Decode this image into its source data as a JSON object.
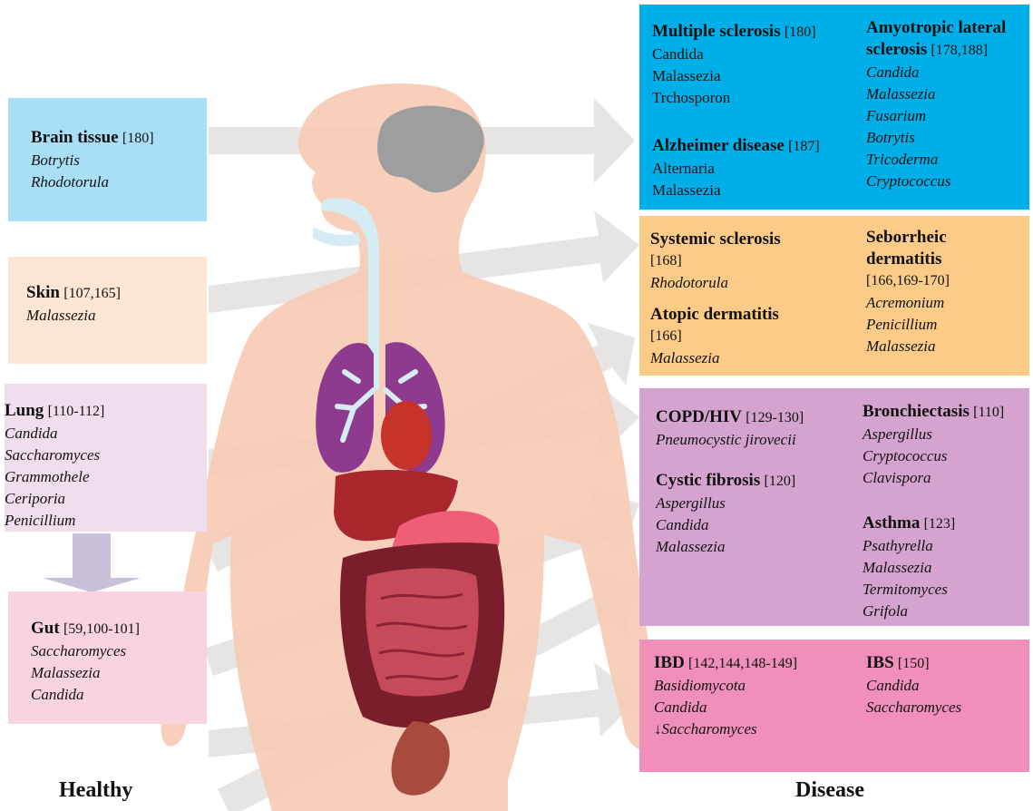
{
  "colors": {
    "blue": "#00aee8",
    "lightblue": "#a8dff7",
    "peach": "#fde6d3",
    "orange": "#fccb87",
    "lilac": "#f0deed",
    "purple": "#d4a3cf",
    "pink": "#f9d3dd",
    "hotpink": "#f08fba",
    "arrow": "#e6e4e2",
    "skin": "#f6cbb5"
  },
  "healthy": {
    "brain": {
      "title": "Brain tissue",
      "ref": "[180]",
      "fungi": [
        "Botrytis",
        "Rhodotorula"
      ]
    },
    "skin": {
      "title": "Skin",
      "ref": "[107,165]",
      "fungi": [
        "Malassezia"
      ]
    },
    "lung": {
      "title": "Lung",
      "ref": "[110-112]",
      "fungi": [
        "Candida",
        "Saccharomyces",
        "Grammothele",
        "Ceriporia",
        "Penicillium"
      ]
    },
    "gut": {
      "title": "Gut",
      "ref": "[59,100-101]",
      "fungi": [
        "Saccharomyces",
        "Malassezia",
        "Candida"
      ]
    }
  },
  "disease": {
    "neuro": {
      "ms": {
        "title": "Multiple sclerosis",
        "ref": "[180]",
        "fungi": [
          "Candida",
          "Malassezia",
          "Trchosporon"
        ]
      },
      "ad": {
        "title": "Alzheimer disease",
        "ref": "[187]",
        "fungi": [
          "Alternaria",
          "Malassezia"
        ]
      },
      "als": {
        "title1": "Amyotropic lateral",
        "title2": "sclerosis",
        "ref": "[178,188]",
        "fungi": [
          "Candida",
          "Malassezia",
          "Fusarium",
          "Botrytis",
          "Tricoderma",
          "Cryptococcus"
        ]
      }
    },
    "skin": {
      "ss": {
        "title": "Systemic sclerosis",
        "ref": "[168]",
        "fungi": [
          "Rhodotorula"
        ]
      },
      "atopic": {
        "title": "Atopic dermatitis",
        "ref": "[166]",
        "fungi": [
          "Malassezia"
        ]
      },
      "seb": {
        "title1": "Seborrheic",
        "title2": "dermatitis",
        "ref": "[166,169-170]",
        "fungi": [
          "Acremonium",
          "Penicillium",
          "Malassezia"
        ]
      }
    },
    "lung": {
      "copd": {
        "title": "COPD/HIV",
        "ref": "[129-130]",
        "fungi": [
          "Pneumocystic jirovecii"
        ]
      },
      "cf": {
        "title": "Cystic fibrosis",
        "ref": "[120]",
        "fungi": [
          "Aspergillus",
          "Candida",
          "Malassezia"
        ]
      },
      "bronch": {
        "title": "Bronchiectasis",
        "ref": "[110]",
        "fungi": [
          "Aspergillus",
          "Cryptococcus",
          "Clavispora"
        ]
      },
      "asthma": {
        "title": "Asthma",
        "ref": "[123]",
        "fungi": [
          "Psathyrella",
          "Malassezia",
          "Termitomyces",
          "Grifola"
        ]
      }
    },
    "gut": {
      "ibd": {
        "title": "IBD",
        "ref": "[142,144,148-149]",
        "fungi": [
          "Basidiomycota",
          "Candida"
        ],
        "decreased": "Saccharomyces",
        "arrow": "↓"
      },
      "ibs": {
        "title": "IBS",
        "ref": "[150]",
        "fungi": [
          "Candida",
          "Saccharomyces"
        ]
      }
    }
  },
  "footer": {
    "left": "Healthy",
    "right": "Disease"
  }
}
